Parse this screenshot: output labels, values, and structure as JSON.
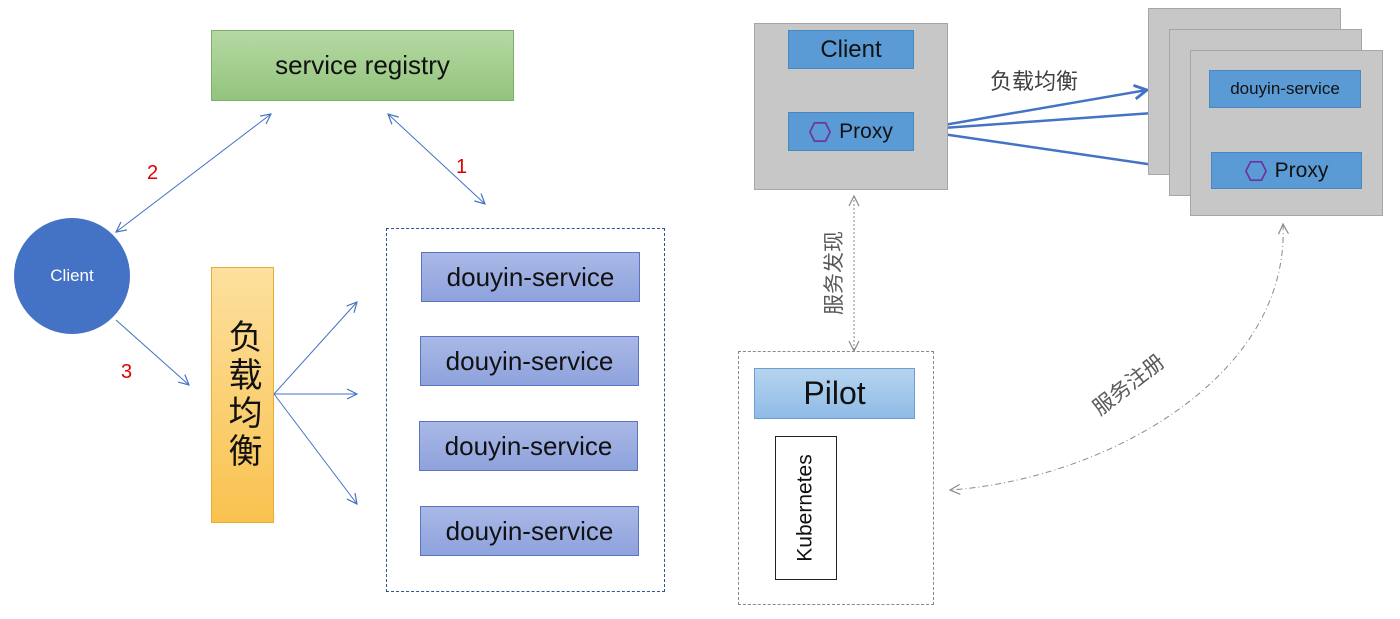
{
  "left": {
    "registry": "service registry",
    "client": "Client",
    "load_balancer": "负载均衡",
    "services": [
      "douyin-service",
      "douyin-service",
      "douyin-service",
      "douyin-service"
    ],
    "steps": [
      "1",
      "2",
      "3"
    ]
  },
  "right": {
    "client": "Client",
    "proxy": "Proxy",
    "lb_label": "负载均衡",
    "service": "douyin-service",
    "discovery_label": "服务发现",
    "register_label": "服务注册",
    "pilot": "Pilot",
    "kubernetes": "Kubernetes"
  },
  "colors": {
    "line_blue": "#4472c4",
    "proxy_hex": "#7030a0",
    "step_red": "#e00000"
  }
}
